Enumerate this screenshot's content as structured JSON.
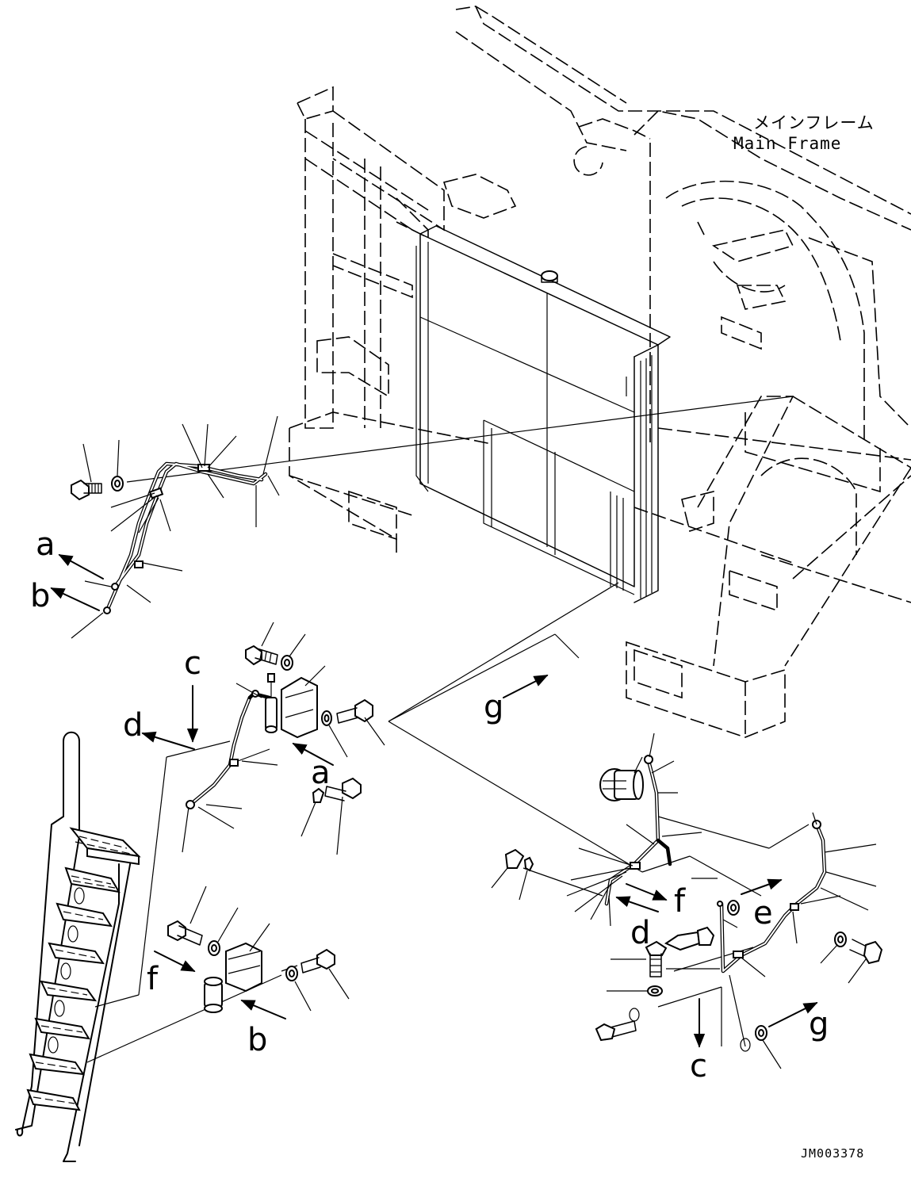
{
  "frame_label": {
    "japanese": "メインフレーム",
    "english": "Main Frame"
  },
  "drawing_code": "JM003378",
  "callouts": {
    "a_left": "a",
    "b_left": "b",
    "c_mid": "c",
    "d_mid": "d",
    "a_mid": "a",
    "f_low": "f",
    "b_low": "b",
    "g_center": "g",
    "f_right": "f",
    "e_right": "e",
    "d_right": "d",
    "c_right": "c",
    "g_right": "g"
  },
  "icons": {
    "arrow": "arrow-icon",
    "bolt": "bolt-icon",
    "washer": "washer-icon",
    "clamp": "clamp-icon",
    "ladder": "ladder-icon",
    "compressor": "compressor-icon",
    "receiver": "receiver-drier-icon"
  }
}
